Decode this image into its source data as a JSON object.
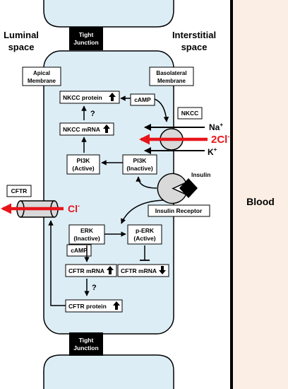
{
  "regions": {
    "luminal": [
      "Luminal",
      "space"
    ],
    "interstitial": [
      "Interstitial",
      "space"
    ],
    "blood": "Blood"
  },
  "tight_junction": [
    "Tight",
    "Junction"
  ],
  "membranes": {
    "apical": [
      "Apical",
      "Membrane"
    ],
    "basolateral": [
      "Basolateral",
      "Membrane"
    ]
  },
  "boxes": {
    "nkcc_protein": "NKCC protein",
    "camp_top": "cAMP",
    "nkcc": "NKCC",
    "question": "?",
    "nkcc_mrna": "NKCC mRNA",
    "pi3k_active": [
      "PI3K",
      "(Active)"
    ],
    "pi3k_inactive": [
      "PI3K",
      "(Inactive)"
    ],
    "cftr": "CFTR",
    "insulin": "Insulin",
    "insulin_receptor": "Insulin Receptor",
    "camp_left": "cAMP",
    "erk_inactive": [
      "ERK",
      "(Inactive)"
    ],
    "perk_active": [
      "p-ERK",
      "(Active)"
    ],
    "cftr_mrna_up": "CFTR mRNA",
    "cftr_mrna_down": "CFTR mRNA",
    "cftr_protein": "CFTR protein"
  },
  "ions": {
    "na": "Na",
    "na_sup": "+",
    "cl": "2Cl",
    "cl_sup": "-",
    "k": "K",
    "k_sup": "+",
    "cftr_cl": "Cl",
    "cftr_cl_sup": "-"
  },
  "colors": {
    "cell_fill": "#dcedf5",
    "blood_fill": "#fbeee4",
    "chloride": "#e8141a",
    "box_fill": "#ffffff",
    "junction": "#000000",
    "transporter": "#d9d9d9"
  }
}
